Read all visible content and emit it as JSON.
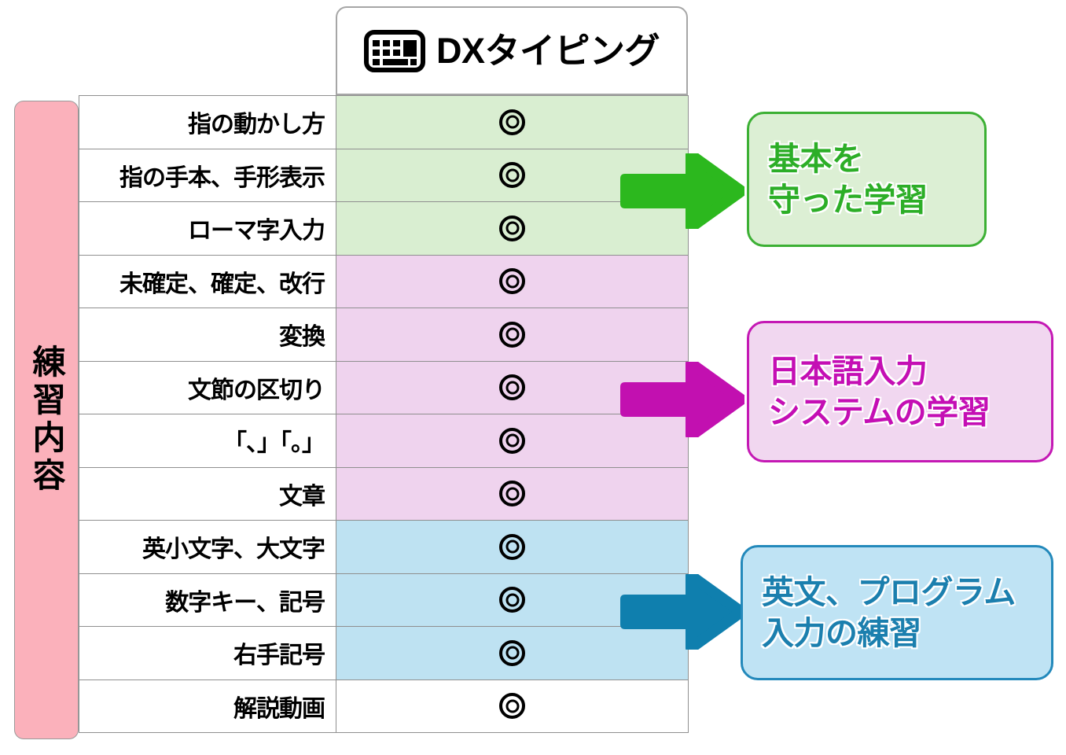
{
  "product": {
    "name": "DXタイピング",
    "icon": "keyboard-icon"
  },
  "row_header": {
    "label": "練習内容"
  },
  "table": {
    "mark_symbol": "◎",
    "rows": [
      {
        "label": "指の動かし方",
        "mark": "◎",
        "band": "green"
      },
      {
        "label": "指の手本、手形表示",
        "mark": "◎",
        "band": "green"
      },
      {
        "label": "ローマ字入力",
        "mark": "◎",
        "band": "green"
      },
      {
        "label": "未確定、確定、改行",
        "mark": "◎",
        "band": "pink"
      },
      {
        "label": "変換",
        "mark": "◎",
        "band": "pink"
      },
      {
        "label": "文節の区切り",
        "mark": "◎",
        "band": "pink"
      },
      {
        "label": "「、」「。」",
        "mark": "◎",
        "band": "pink"
      },
      {
        "label": "文章",
        "mark": "◎",
        "band": "pink"
      },
      {
        "label": "英小文字、大文字",
        "mark": "◎",
        "band": "blue"
      },
      {
        "label": "数字キー、記号",
        "mark": "◎",
        "band": "blue"
      },
      {
        "label": "右手記号",
        "mark": "◎",
        "band": "blue"
      },
      {
        "label": "解説動画",
        "mark": "◎",
        "band": "none"
      }
    ]
  },
  "callouts": [
    {
      "id": "basics",
      "line1": "基本を",
      "line2": "守った学習",
      "text_color": "#2cae27",
      "border_color": "#3cb034",
      "fill_color": "#dcefd4",
      "arrow_color": "#2cb81e"
    },
    {
      "id": "japanese-input",
      "line1": "日本語入力",
      "line2": "システムの学習",
      "text_color": "#c40fb4",
      "border_color": "#c418b4",
      "fill_color": "#f1d7f0",
      "arrow_color": "#c210b0"
    },
    {
      "id": "english-program",
      "line1": "英文、プログラム",
      "line2": "入力の練習",
      "text_color": "#1b7fae",
      "border_color": "#2389bb",
      "fill_color": "#bfe3f4",
      "arrow_color": "#0f7fae"
    }
  ],
  "colors": {
    "band_green": "#d9eed1",
    "band_pink": "#efd3ee",
    "band_blue": "#bee2f2",
    "row_header_pink": "#fbb1bb",
    "grid_line": "#8f8f8f"
  }
}
